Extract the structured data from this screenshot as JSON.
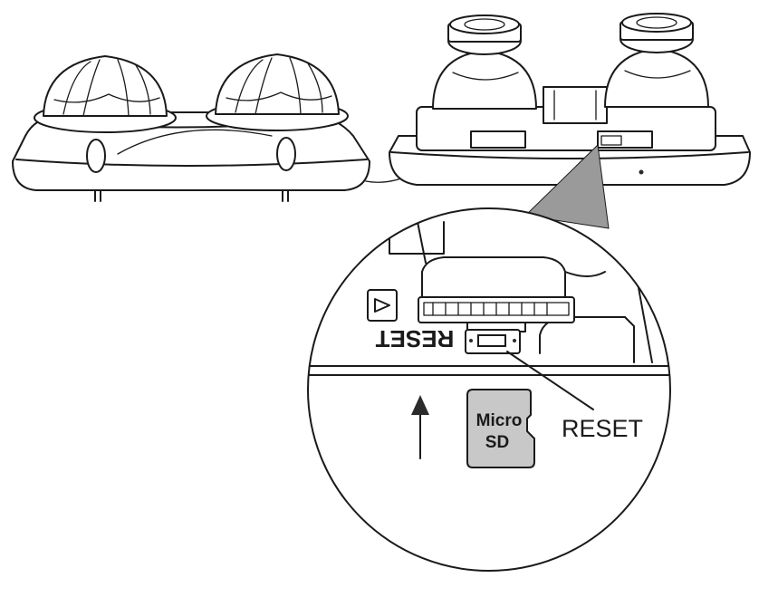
{
  "callout": {
    "reset_label": "RESET"
  },
  "board": {
    "engraved_label": "RESET"
  },
  "micro_sd_card": {
    "line1": "Micro",
    "line2": "SD"
  },
  "colors": {
    "ink": "#1a1a1a",
    "card_fill": "#c8c8c8",
    "zoom_cone_fill": "#9a9a9a",
    "background": "#ffffff"
  }
}
